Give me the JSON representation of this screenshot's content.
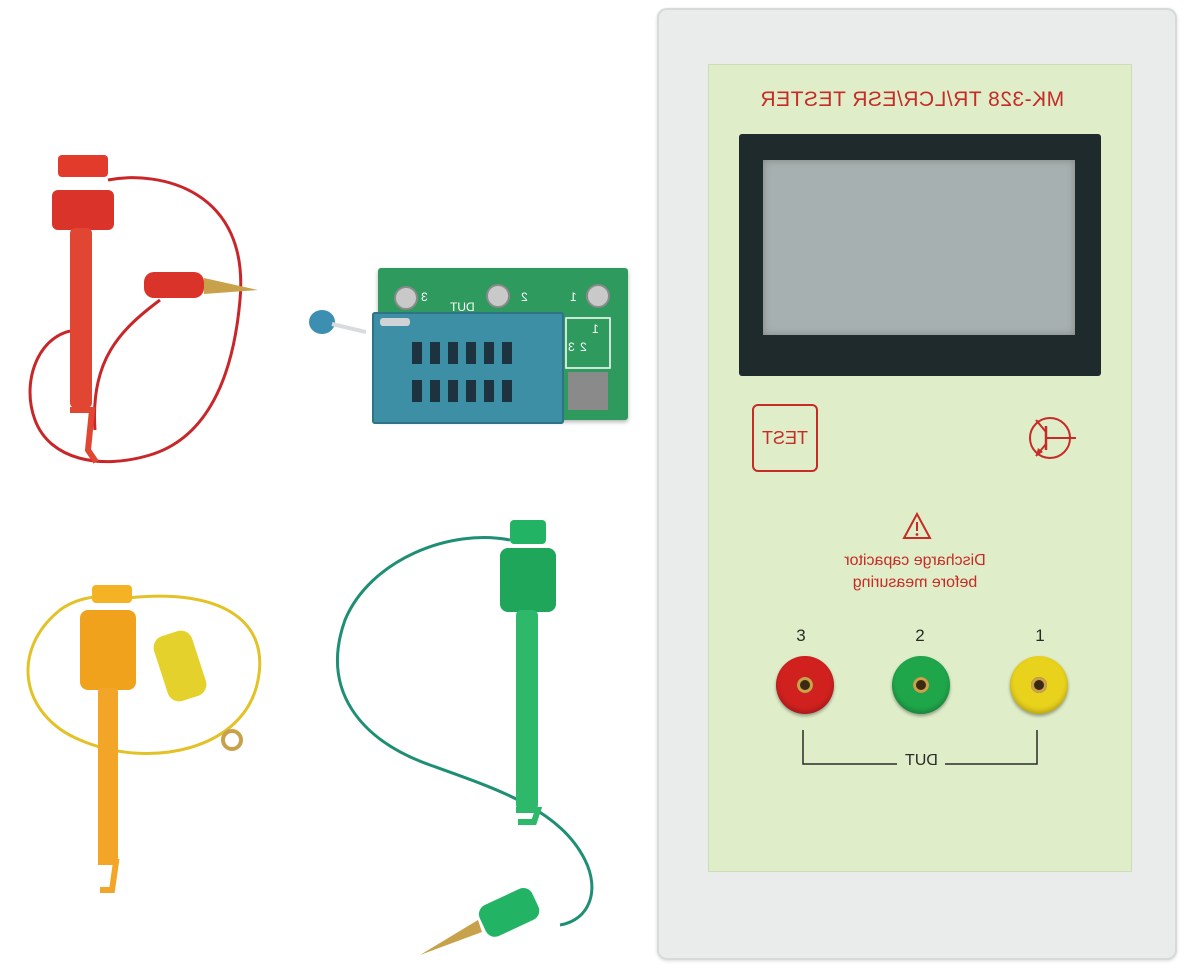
{
  "device": {
    "title": "MK-328 TR/LCR/ESR  TESTER",
    "test_button_label": "TEST",
    "warning_line1": "Discharge capacitor",
    "warning_line2": "before measuring",
    "dut_label": "DUT",
    "pins": [
      {
        "label": "3",
        "color": "#d0211f"
      },
      {
        "label": "2",
        "color": "#1fa64a"
      },
      {
        "label": "1",
        "color": "#e9d21c"
      }
    ],
    "accent_color": "#c62b26",
    "panel_color": "#dfeec9",
    "transistor_symbol_icon": "transistor-icon",
    "warning_icon": "warning-triangle-icon"
  },
  "socket_board": {
    "dut_label": "DUT",
    "terminals": [
      "3",
      "2",
      "1"
    ],
    "dut_box_numbers": [
      "1",
      "2",
      "3"
    ]
  },
  "probes": [
    {
      "name": "red-probe",
      "color": "#d42a22"
    },
    {
      "name": "orange-probe",
      "color": "#f0a21c"
    },
    {
      "name": "green-probe",
      "color": "#22a65a"
    }
  ]
}
